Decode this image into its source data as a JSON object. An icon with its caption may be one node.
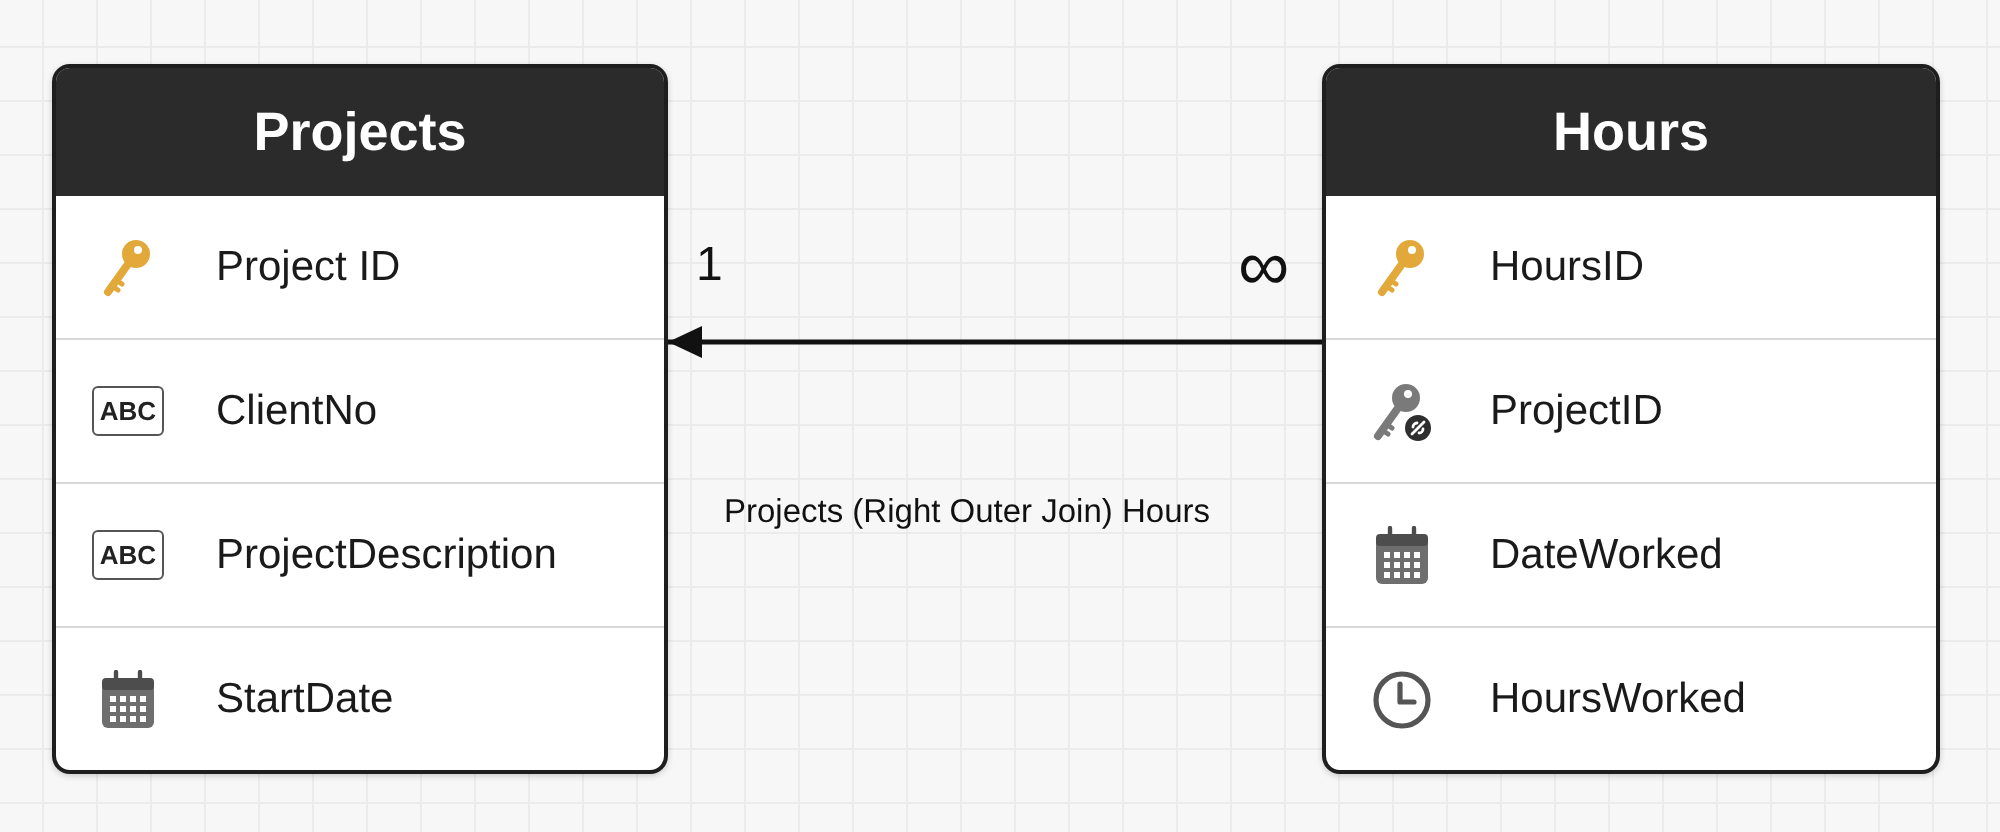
{
  "diagram": {
    "nodes": [
      {
        "text": [
          "Projects"
        ]
      },
      {
        "text": [
          "Project ID"
        ],
        "in": 0
      },
      {
        "text": [
          "ABC",
          "ClientNo"
        ],
        "in": 0
      },
      {
        "text": [
          "ABC",
          "ProjectDescription"
        ],
        "in": 0
      },
      {
        "text": [
          "StartDate"
        ],
        "in": 0
      },
      {
        "text": [
          "Hours"
        ]
      },
      {
        "text": [
          "HoursID"
        ],
        "in": 5
      },
      {
        "text": [
          "ProjectID"
        ],
        "in": 5
      },
      {
        "text": [
          "DateWorked"
        ],
        "in": 5
      },
      {
        "text": [
          "HoursWorked"
        ],
        "in": 5
      }
    ],
    "edges": [
      {
        "from": 5,
        "to": 0,
        "arrow": "to"
      }
    ],
    "labels": [
      "1",
      "∞",
      "Projects (Right Outer Join) Hours"
    ]
  }
}
